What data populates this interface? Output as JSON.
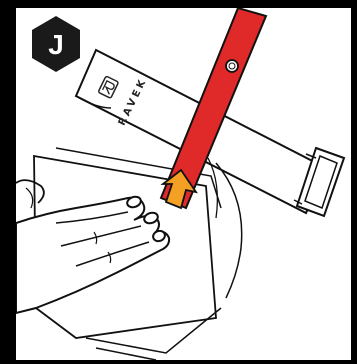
{
  "step": {
    "label": "J"
  },
  "band": {
    "brand_text": "RAVEK",
    "logo_icon": "ravek-logo-icon"
  },
  "colors": {
    "background": "#000000",
    "panel": "#ffffff",
    "step_badge": "#1a1a1a",
    "strap": "#e02a2a",
    "arrow": "#f4a024",
    "line": "#111111"
  },
  "icons": {
    "hand": "hand-illustration",
    "arrow": "up-arrow-icon",
    "buckle": "buckle-icon"
  }
}
